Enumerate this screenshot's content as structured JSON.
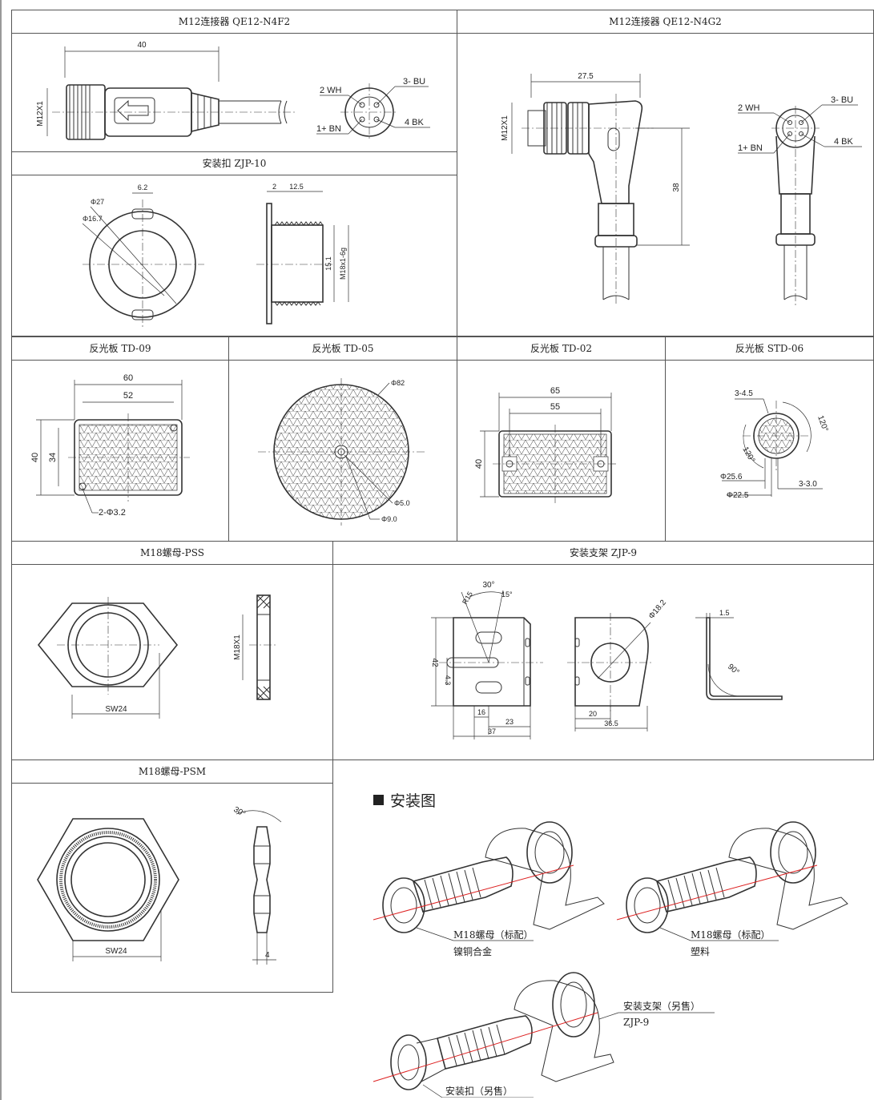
{
  "panels": {
    "qe12_n4f2": {
      "title": "M12连接器 QE12-N4F2",
      "dims": {
        "length": "40",
        "thread": "M12X1"
      },
      "pins": {
        "p1": "1+ BN",
        "p2": "2 WH",
        "p3": "3- BU",
        "p4": "4 BK"
      }
    },
    "qe12_n4g2": {
      "title": "M12连接器 QE12-N4G2",
      "dims": {
        "width": "27.5",
        "height": "38",
        "thread": "M12X1"
      },
      "pins": {
        "p1": "1+ BN",
        "p2": "2 WH",
        "p3": "3- BU",
        "p4": "4 BK"
      }
    },
    "zjp10": {
      "title": "安装扣 ZJP-10",
      "dims": {
        "d27": "Φ27",
        "d16": "Φ16.7",
        "w": "6.2",
        "t": "2",
        "l": "12.5",
        "h": "15.1",
        "thread": "M18x1-6g"
      }
    },
    "td09": {
      "title": "反光板 TD-09",
      "dims": {
        "w1": "60",
        "w2": "52",
        "h1": "40",
        "h2": "34",
        "hole": "2-Φ3.2"
      }
    },
    "td05": {
      "title": "反光板 TD-05",
      "dims": {
        "d82": "Φ82",
        "d5": "Φ5.0",
        "d9": "Φ9.0"
      }
    },
    "td02": {
      "title": "反光板 TD-02",
      "dims": {
        "w1": "65",
        "w2": "55",
        "h": "40"
      }
    },
    "std06": {
      "title": "反光板 STD-06",
      "dims": {
        "a1": "3-4.5",
        "ang1": "120°",
        "ang2": "120°",
        "d256": "Φ25.6",
        "d225": "Φ22.5",
        "b": "3-3.0"
      }
    },
    "pss": {
      "title": "M18螺母-PSS",
      "dims": {
        "sw": "SW24",
        "thread": "M18X1"
      }
    },
    "zjp9": {
      "title": "安装支架 ZJP-9",
      "dims": {
        "r": "R15",
        "a30": "30°",
        "a15": "15°",
        "h42": "42",
        "h43": "4.3",
        "w16": "16",
        "w23": "23",
        "w37": "37",
        "d18": "Φ18.2",
        "w20": "20",
        "w365": "36.5",
        "t15": "1.5",
        "a90": "90°"
      }
    },
    "psm": {
      "title": "M18螺母-PSM",
      "dims": {
        "sw": "SW24",
        "a30": "30°",
        "t": "4"
      }
    }
  },
  "install": {
    "heading": "安装图",
    "label1a": "M18螺母（标配）",
    "label1b": "镍铜合金",
    "label2a": "M18螺母（标配）",
    "label2b": "塑料",
    "label3a": "安装支架（另售）",
    "label3b": "ZJP-9",
    "label4a": "安装扣（另售）"
  }
}
